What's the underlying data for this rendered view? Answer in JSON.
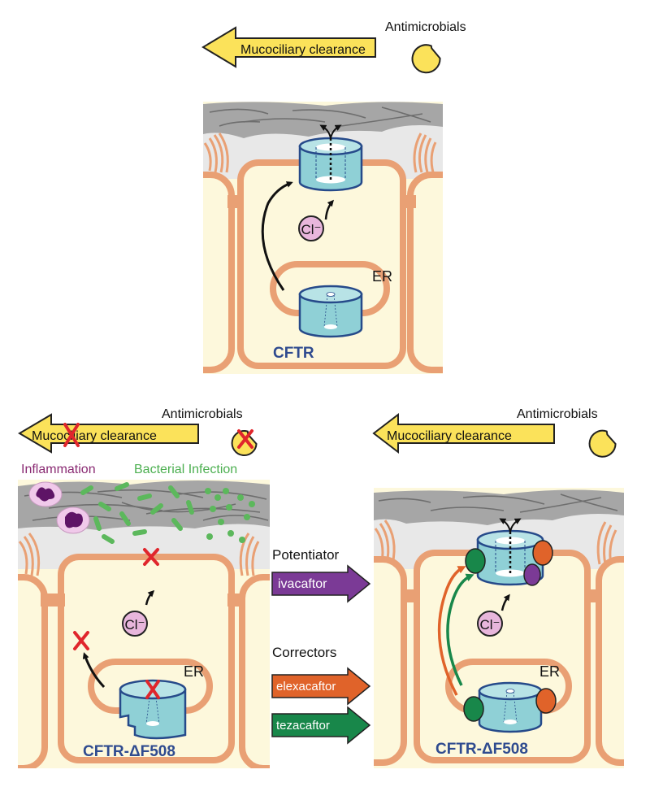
{
  "colors": {
    "membrane": "#e9a074",
    "cytoplasm": "#fdf8dc",
    "mucus": "#a6a6a6",
    "mucus_fiber": "#707070",
    "airway": "#e8e8e8",
    "channel_fill": "#8fd0d6",
    "channel_top": "#b8e3e6",
    "channel_stroke": "#264a8a",
    "cftr_label": "#2f4b8f",
    "chloride_fill": "#e8b6dc",
    "arrow_yellow": "#fbe25a",
    "x_mark": "#e0262c",
    "inflammation": "#8a2b73",
    "neutrophil_nucleus": "#5e1466",
    "neutrophil_body": "#f0c9ea",
    "bacteria": "#5cb85c",
    "bacteria_text": "#4caf50",
    "ivacaftor": "#7b3a96",
    "elexacaftor": "#e0632a",
    "tezacaftor": "#18874a"
  },
  "panels": {
    "healthy": {
      "mucociliary_label": "Mucociliary clearance",
      "antimicrobials_label": "Antimicrobials",
      "chloride_label": "Cl⁻",
      "er_label": "ER",
      "protein_label": "CFTR"
    },
    "cf": {
      "mucociliary_label": "Mucociliary clearance",
      "antimicrobials_label": "Antimicrobials",
      "inflammation_label": "Inflammation",
      "infection_label": "Bacterial Infection",
      "chloride_label": "Cl⁻",
      "er_label": "ER",
      "protein_label": "CFTR-ΔF508"
    },
    "treated": {
      "mucociliary_label": "Mucociliary clearance",
      "antimicrobials_label": "Antimicrobials",
      "chloride_label": "Cl⁻",
      "er_label": "ER",
      "protein_label": "CFTR-ΔF508"
    }
  },
  "drugs": {
    "potentiator_heading": "Potentiator",
    "correctors_heading": "Correctors",
    "items": [
      {
        "name": "ivacaftor",
        "class": "potentiator"
      },
      {
        "name": "elexacaftor",
        "class": "corrector"
      },
      {
        "name": "tezacaftor",
        "class": "corrector"
      }
    ]
  },
  "icons": {
    "antimicrobial": "pacman-icon",
    "blocked": "x-mark-icon",
    "chloride": "ion-icon",
    "channel": "cylinder-channel-icon"
  }
}
